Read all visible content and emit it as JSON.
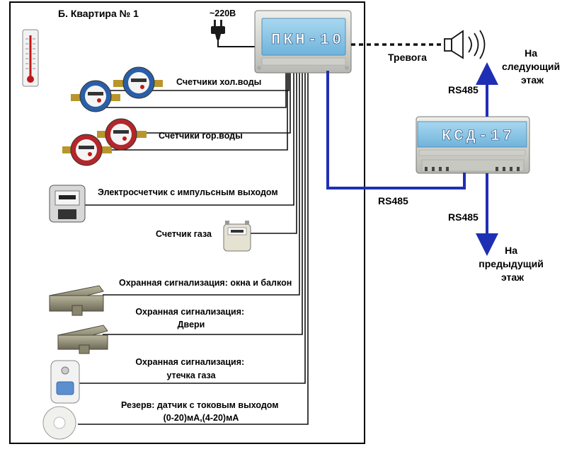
{
  "room": {
    "title": "Б. Квартира № 1"
  },
  "power": {
    "label": "~220В"
  },
  "pkn": {
    "label": "ПКН-10"
  },
  "ksd": {
    "label": "КСД-17"
  },
  "alarm": {
    "label": "Тревога"
  },
  "bus": {
    "main": "RS485",
    "up": "RS485",
    "down": "RS485",
    "next_floor": [
      "На",
      "следующий",
      "этаж"
    ],
    "prev_floor": [
      "На",
      "предыдущий",
      "этаж"
    ]
  },
  "devices": {
    "cold_water": "Счетчики хол.воды",
    "hot_water": "Счетчики гор.воды",
    "electric": "Электросчетчик с импульсным выходом",
    "gas_meter": "Счетчик газа",
    "window_alarm": "Охранная сигнализация:  окна и балкон",
    "door_alarm": [
      "Охранная сигнализация:",
      "Двери"
    ],
    "gas_leak": [
      "Охранная сигнализация:",
      "утечка газа"
    ],
    "reserve": [
      "Резерв:  датчик с токовым выходом",
      "(0-20)мА,(4-20)мА"
    ]
  },
  "colors": {
    "bus": "#1f2fb4",
    "device_panel": "#8ec8e6",
    "housing": "#d9d9d4",
    "wire": "#111111"
  }
}
